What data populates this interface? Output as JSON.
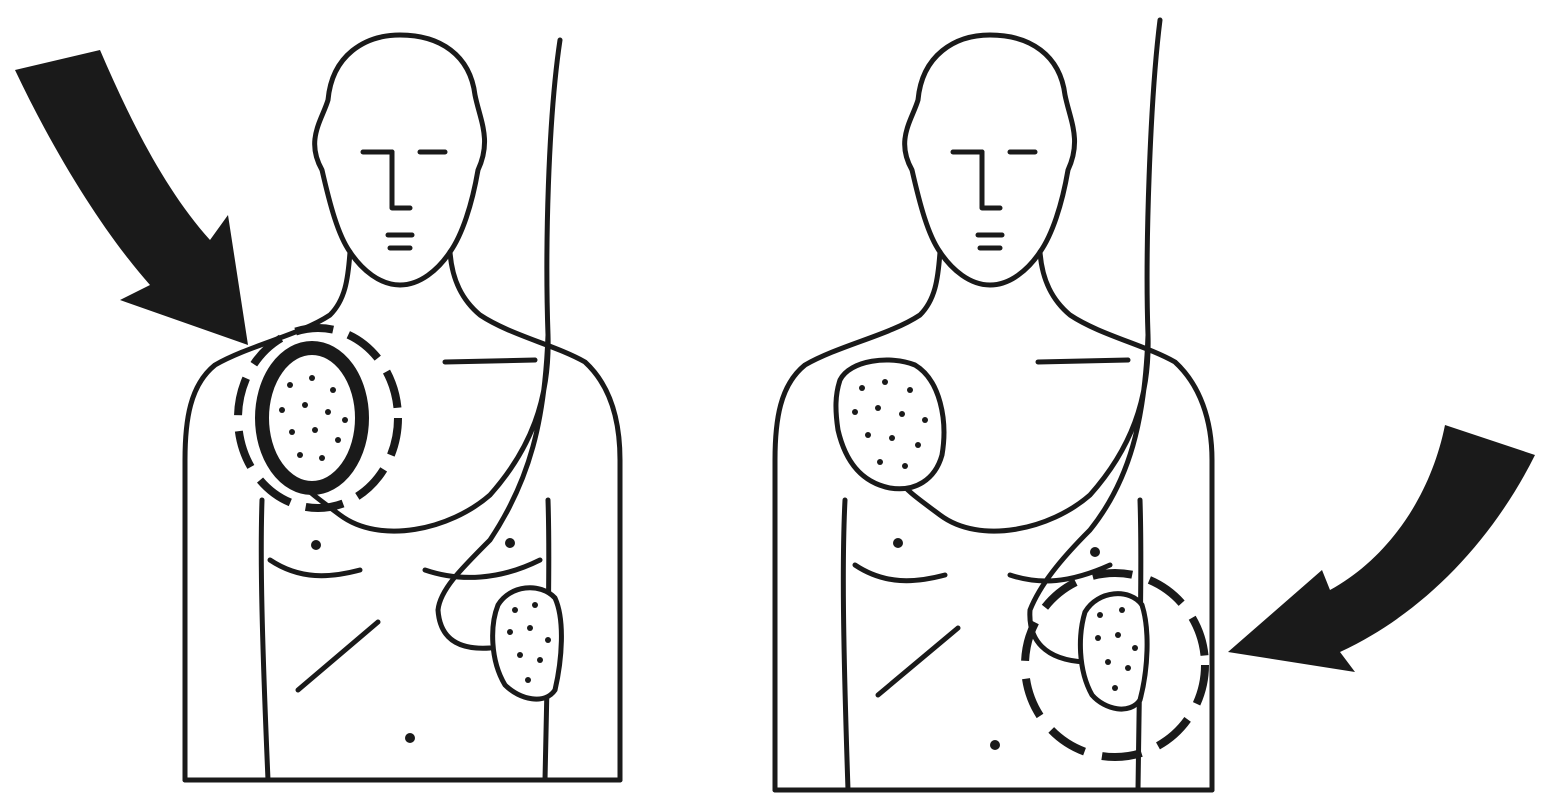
{
  "figure": {
    "panels": [
      {
        "id": "left",
        "highlighted_pad": "upper-right-chest-pad",
        "arrow_target": "upper-right-chest-pad"
      },
      {
        "id": "right",
        "highlighted_pad": "lower-left-side-pad",
        "arrow_target": "lower-left-side-pad"
      }
    ]
  },
  "colors": {
    "ink": "#1a1a1a",
    "background": "#ffffff",
    "pad_fill": "#ffffff"
  },
  "icons": {
    "arrow": "curved-arrow-icon",
    "pad": "electrode-pad-icon",
    "highlight": "dashed-circle-highlight"
  }
}
